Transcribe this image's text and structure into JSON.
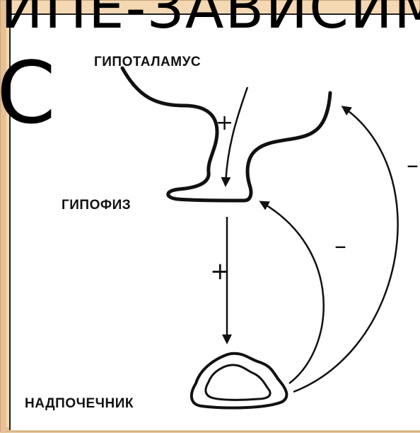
{
  "slide": {
    "title_fragment": "ИПЕ-ЗАВИСИМ",
    "left_glyph": "С"
  },
  "diagram": {
    "labels": {
      "hypothalamus": "ГИПОТАЛАМУС",
      "pituitary": "ГИПОФИЗ",
      "adrenal": "НАДПОЧЕЧНИК"
    },
    "signs": {
      "stimulation_hypothalamus_to_pituitary": "+",
      "stimulation_pituitary_to_adrenal": "+",
      "feedback_adrenal_to_pituitary": "–",
      "feedback_adrenal_to_hypothalamus": "–"
    }
  }
}
